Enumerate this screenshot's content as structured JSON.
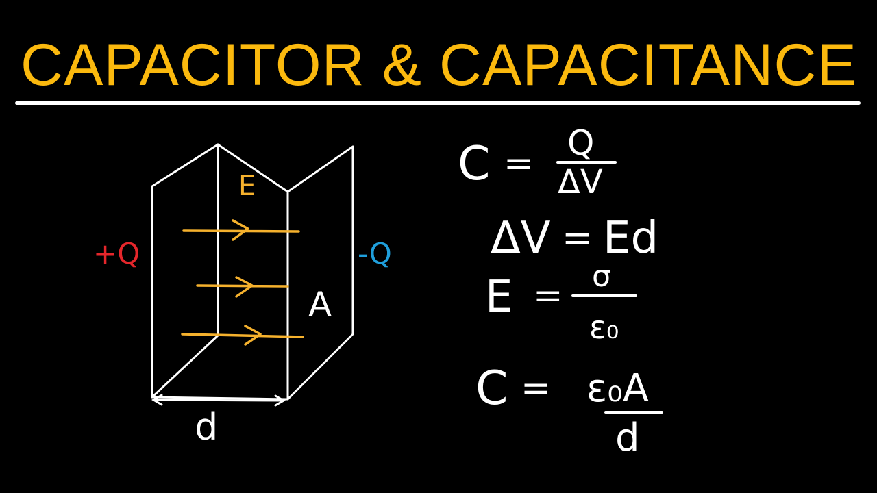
{
  "title": "CAPACITOR & CAPACITANCE",
  "colors": {
    "background": "#000000",
    "title": "#fbb90e",
    "plates": "#ffffff",
    "field": "#f5b12d",
    "positive": "#e5262b",
    "negative": "#1f9fdc",
    "equations": "#ffffff"
  },
  "diagram": {
    "field_label": "E",
    "positive_label": "+Q",
    "negative_label": "-Q",
    "area_label": "A",
    "separation_label": "d"
  },
  "equations": [
    {
      "lhs": "C",
      "eq": "=",
      "numerator": "Q",
      "denominator": "ΔV"
    },
    {
      "lhs": "ΔV",
      "eq": "=",
      "rhs": "Ed"
    },
    {
      "lhs": "E",
      "eq": "=",
      "numerator": "σ",
      "denominator": "ε₀"
    },
    {
      "lhs": "C",
      "eq": "=",
      "numerator": "ε₀A",
      "denominator": "d"
    }
  ]
}
